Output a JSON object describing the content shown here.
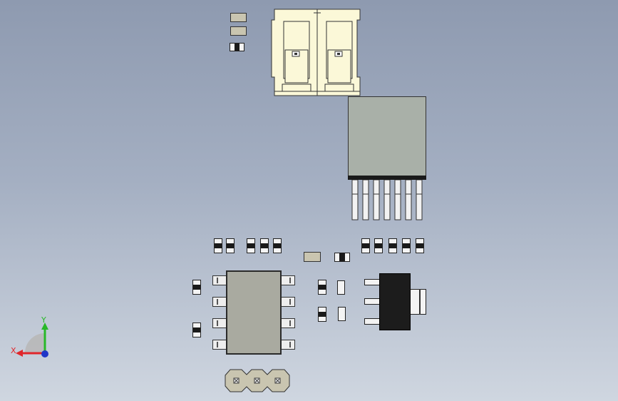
{
  "window": {
    "title": ""
  },
  "colors": {
    "background_top": "#8e9ab0",
    "background_bottom": "#cfd6e0",
    "axis_x": "#e0262b",
    "axis_y": "#28b828",
    "axis_z": "#2036c8",
    "connector_body": "#fbf8d8",
    "ic_body": "#a9aaa0",
    "transistor_body": "#1c1c1c"
  },
  "triad": {
    "x_label": "X",
    "y_label": "Y"
  },
  "components": [
    {
      "id": "jst-connector",
      "kind": "connector"
    },
    {
      "id": "to220-package",
      "kind": "regulator"
    },
    {
      "id": "soic8-ic",
      "kind": "ic"
    },
    {
      "id": "sot223-transistor",
      "kind": "transistor"
    },
    {
      "id": "header-3pin",
      "kind": "pin-header"
    }
  ]
}
